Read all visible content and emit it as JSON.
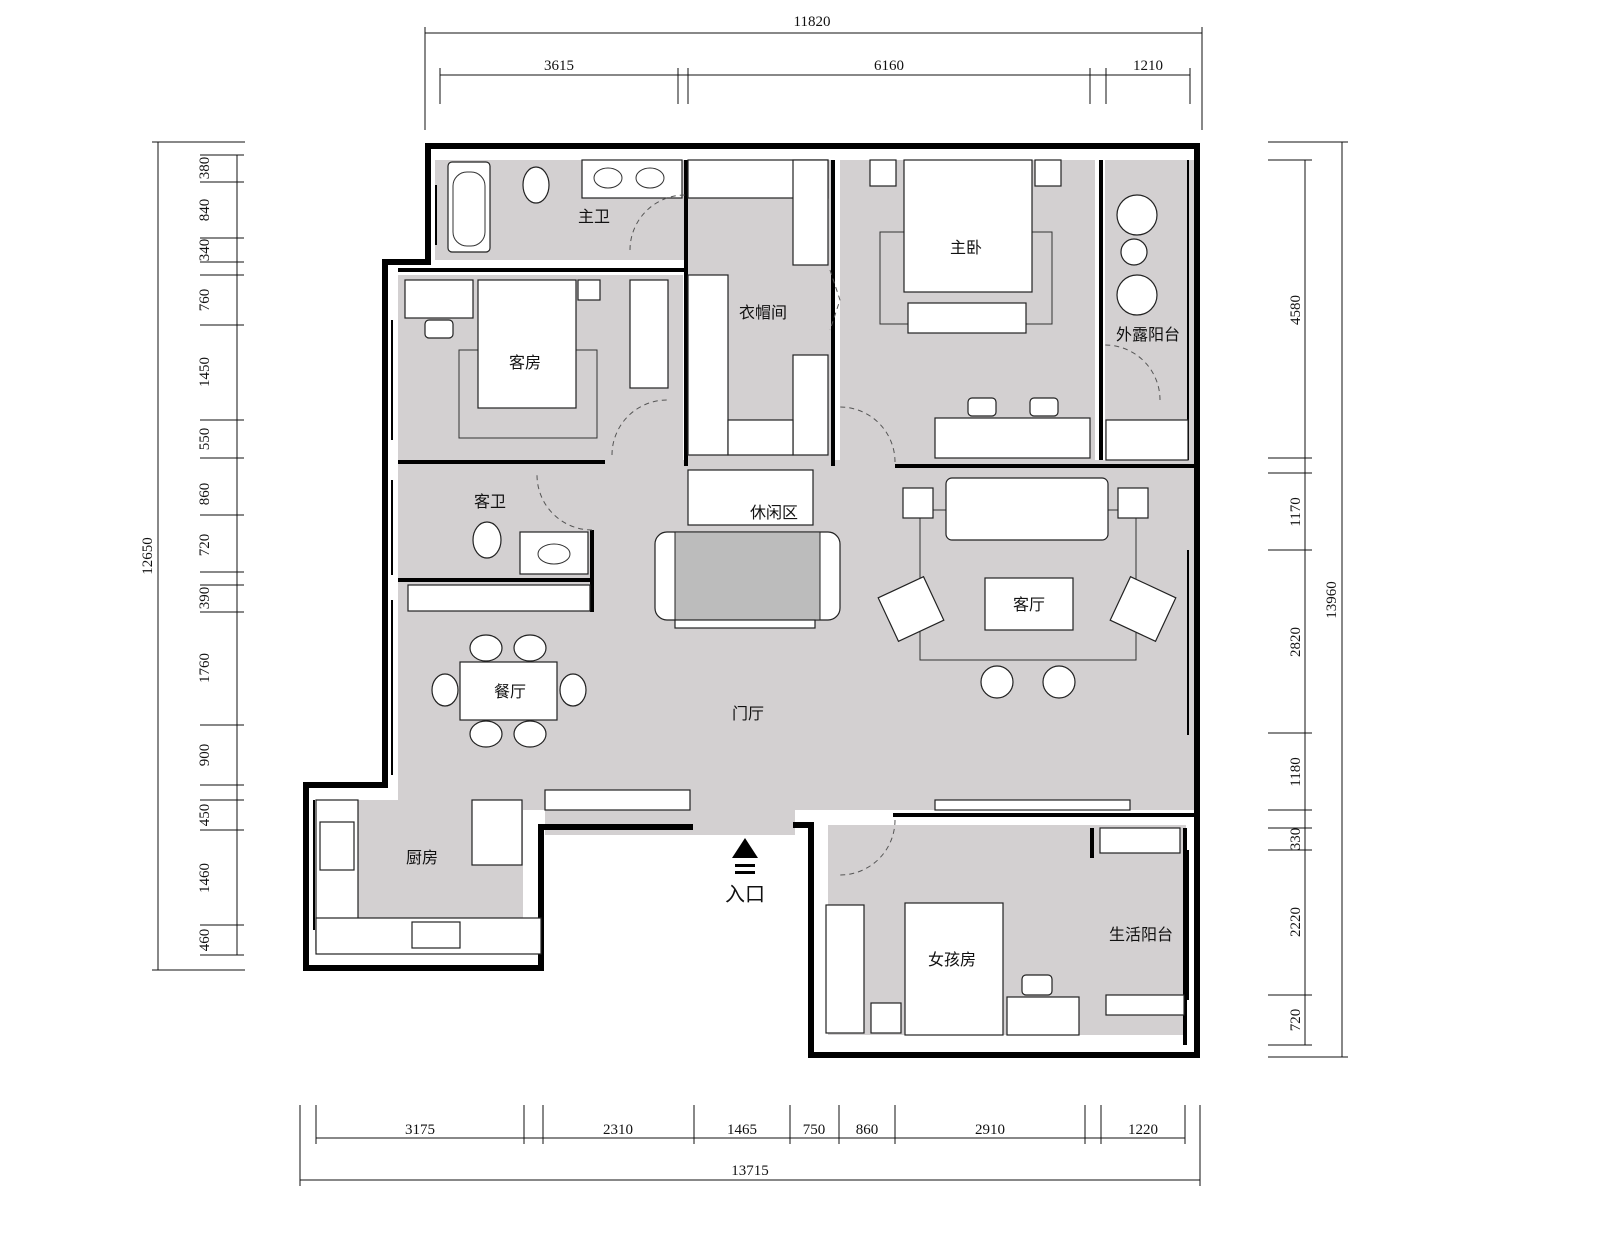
{
  "dimensions": {
    "top": {
      "total": "11820",
      "segments": [
        "3615",
        "6160",
        "1210"
      ]
    },
    "bottom": {
      "total": "13715",
      "segments": [
        "3175",
        "2310",
        "1465",
        "750",
        "860",
        "2910",
        "1220"
      ]
    },
    "left": {
      "total": "12650",
      "segments": [
        "380",
        "840",
        "340",
        "760",
        "1450",
        "550",
        "860",
        "720",
        "390",
        "1760",
        "900",
        "450",
        "1460",
        "460"
      ]
    },
    "right": {
      "total": "13960",
      "segments": [
        "4580",
        "1170",
        "2820",
        "1180",
        "330",
        "2220",
        "720"
      ]
    }
  },
  "rooms": {
    "master_bath": "主卫",
    "wardrobe": "衣帽间",
    "master_bedroom": "主卧",
    "open_balcony": "外露阳台",
    "guest_room": "客房",
    "guest_bath": "客卫",
    "lounge": "休闲区",
    "living_room": "客厅",
    "dining_room": "餐厅",
    "foyer": "门厅",
    "kitchen": "厨房",
    "girls_room": "女孩房",
    "utility_balcony": "生活阳台"
  },
  "entrance": {
    "label": "入口"
  }
}
